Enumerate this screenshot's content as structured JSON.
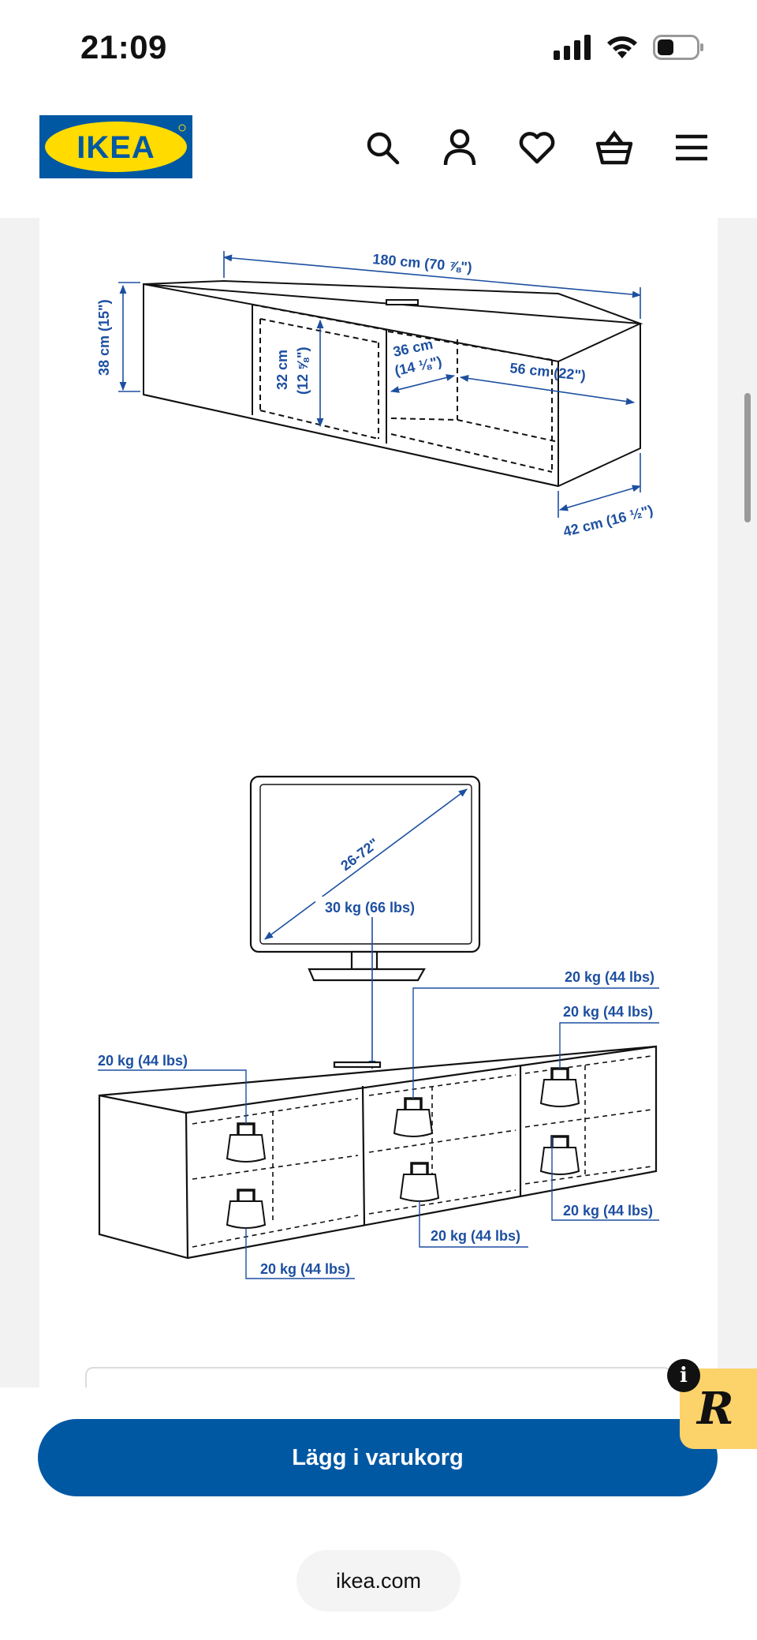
{
  "status": {
    "time": "21:09"
  },
  "brand": {
    "logo_text": "IKEA",
    "blue": "#0058a3",
    "yellow": "#ffdb00"
  },
  "header": {
    "icons": [
      "search-icon",
      "account-icon",
      "heart-icon",
      "cart-icon",
      "menu-icon"
    ]
  },
  "diagram1": {
    "width": "180 cm (70 ⅞\")",
    "height": "38 cm (15\")",
    "inner_height_cm": "32 cm",
    "inner_height_in": "(12 ⅝\")",
    "inner_depth_cm": "36 cm",
    "inner_depth_in": "(14 ⅛\")",
    "inner_width": "56 cm (22\")",
    "depth": "42 cm (16 ½\")"
  },
  "diagram2": {
    "tv_size": "26-72\"",
    "tv_weight": "30 kg (66 lbs)",
    "load_top_mid": "20 kg (44 lbs)",
    "load_top_right": "20 kg (44 lbs)",
    "load_top_left": "20 kg (44 lbs)",
    "load_bottom_right": "20 kg (44 lbs)",
    "load_bottom_mid": "20 kg (44 lbs)",
    "load_bottom_left": "20 kg (44 lbs)",
    "line_color": "#1d4fa0"
  },
  "actions": {
    "add_to_cart": "Lägg i varukorg"
  },
  "browser": {
    "url": "ikea.com"
  },
  "badge": {
    "letter": "R",
    "info": "i"
  }
}
